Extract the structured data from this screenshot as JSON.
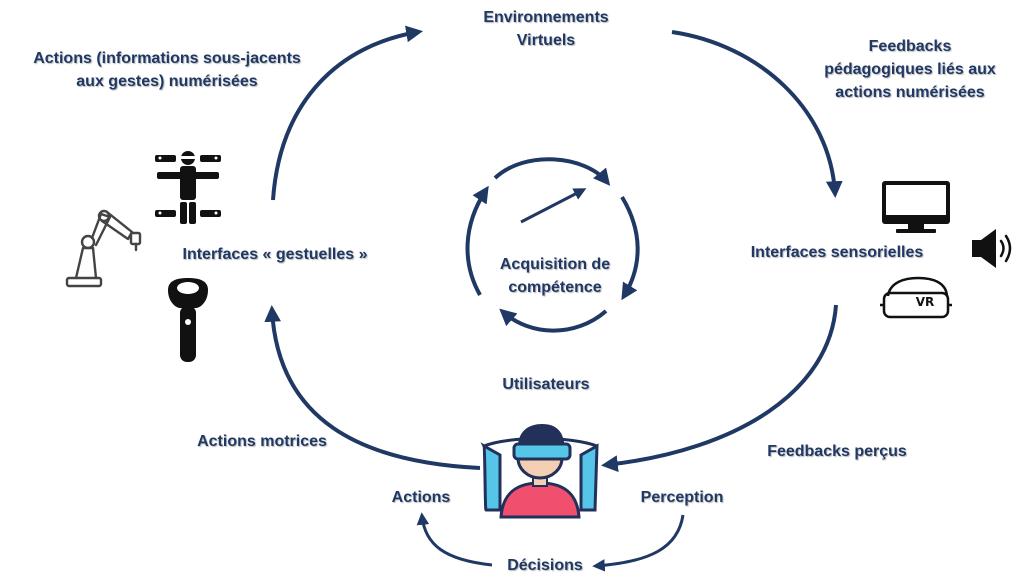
{
  "colors": {
    "arrow": "#1f3864",
    "label_text": "#1f3864",
    "icon_black": "#111111",
    "user_cyan": "#55c5e8",
    "user_navy": "#22305a",
    "user_skin": "#f5cfb4",
    "user_shirt": "#f0506e"
  },
  "labels": {
    "env_line1": "Environnements",
    "env_line2": "Virtuels",
    "actions_num_line1": "Actions (informations sous-jacents",
    "actions_num_line2": "aux gestes) numérisées",
    "feedback_ped_line1": "Feedbacks",
    "feedback_ped_line2": "pédagogiques liés aux",
    "feedback_ped_line3": "actions numérisées",
    "interfaces_gestuelles": "Interfaces « gestuelles »",
    "interfaces_sensorielles": "Interfaces sensorielles",
    "acquisition_line1": "Acquisition de",
    "acquisition_line2": "compétence",
    "utilisateurs": "Utilisateurs",
    "actions_motrices": "Actions motrices",
    "feedbacks_percus": "Feedbacks perçus",
    "actions": "Actions",
    "perception": "Perception",
    "decisions": "Décisions",
    "vr_badge": "VR"
  },
  "icons": {
    "robot_arm": "robot-arm-icon",
    "motion_capture_suit": "motion-capture-suit-icon",
    "vr_controller": "vr-controller-icon",
    "monitor": "monitor-icon",
    "speaker": "speaker-icon",
    "vr_headset": "vr-headset-icon",
    "user_with_vr": "user-vr-avatar-icon"
  }
}
